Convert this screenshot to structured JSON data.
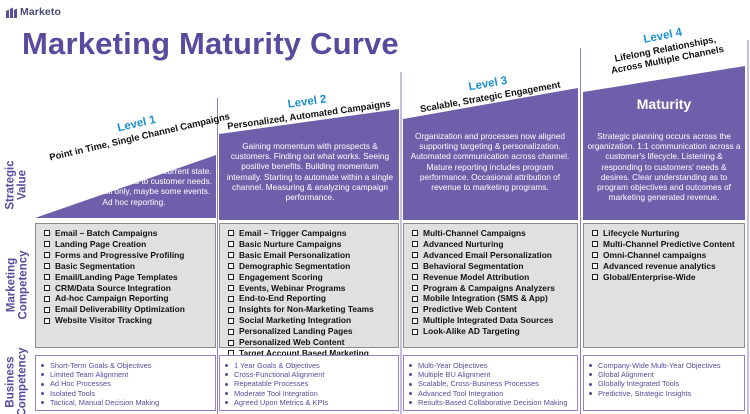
{
  "brand": {
    "logo_text": "Marketo",
    "logo_icon": "marketo-bars-icon"
  },
  "title": "Marketing Maturity Curve",
  "colors": {
    "title_purple": "#5a4a9e",
    "panel_purple": "#6f5fab",
    "level_blue": "#1a8fd0",
    "competency_gray": "#e0e0e0"
  },
  "row_labels": {
    "strategic_value": "Strategic Value",
    "marketing_competency": "Marketing Competency",
    "business_competency": "Business Competency"
  },
  "levels": [
    {
      "level": "Level 1",
      "subtitle": "Point in Time, Single Channel Campaigns",
      "value": "Recognizing inefficiencies of current state. Scrambling to respond to customer needs. Primarily email only, maybe some events. Ad hoc reporting.",
      "competencies": [
        "Email – Batch Campaigns",
        "Landing Page Creation",
        "Forms and Progressive Profiling",
        "Basic Segmentation",
        "Email/Landing Page Templates",
        "CRM/Data Source Integration",
        "Ad-hoc Campaign Reporting",
        "Email Deliverability Optimization",
        "Website Visitor Tracking"
      ],
      "business": [
        "Short-Term Goals & Objectives",
        "Limited Team Alignment",
        "Ad Hoc Processes",
        "Isolated Tools",
        "Tactical, Manual Decision Making"
      ]
    },
    {
      "level": "Level 2",
      "subtitle": "Personalized, Automated Campaigns",
      "value": "Gaining momentum with prospects & customers. Finding out what works. Seeing positive benefits. Building momentum internally. Starting to automate within a single channel. Measuring & analyzing campaign performance.",
      "competencies": [
        "Email – Trigger Campaigns",
        "Basic Nurture Campaigns",
        "Basic Email Personalization",
        "Demographic Segmentation",
        "Engagement Scoring",
        "Events, Webinar Programs",
        "End-to-End Reporting",
        "Insights for Non-Marketing Teams",
        "Social Marketing Integration",
        "Personalized Landing Pages",
        "Personalized Web Content",
        "Target Account Based Marketing"
      ],
      "business": [
        "1 Year Goals & Objectives",
        "Cross-Functional Alignment",
        "Repeatable Processes",
        "Moderate Tool Integration",
        "Agreed Upon Metrics & KPIs"
      ]
    },
    {
      "level": "Level 3",
      "subtitle": "Scalable, Strategic Engagement",
      "value": "Organization and processes now aligned supporting targeting & personalization. Automated communication across channel. Mature reporting includes program performance. Occasional attribution of revenue to marketing programs.",
      "competencies": [
        "Multi-Channel Campaigns",
        "Advanced Nurturing",
        "Advanced Email Personalization",
        "Behavioral Segmentation",
        "Revenue Model Attribution",
        "Program & Campaigns Analyzers",
        "Mobile Integration (SMS & App)",
        "Predictive Web Content",
        "Multiple Integrated Data Sources",
        "Look-Alike AD Targeting"
      ],
      "business": [
        "Multi-Year Objectives",
        "Multiple BU Alignment",
        "Scalable, Cross-Business Processes",
        "Advanced Tool Integration",
        "Results-Based Collaborative Decision Making"
      ]
    },
    {
      "level": "Level 4",
      "subtitle": "Lifelong Relationships, Across Multiple Channels",
      "subtitle_line1": "Lifelong Relationships,",
      "subtitle_line2": "Across Multiple Channels",
      "panel_title": "Maturity",
      "value": "Strategic planning occurs across the organization. 1:1 communication across a customer's lifecycle. Listening & responding to customers' needs & desires. Clear understanding as to program objectives and outcomes of marketing generated revenue.",
      "competencies": [
        "Lifecycle Nurturing",
        "Multi-Channel Predictive Content",
        "Omni-Channel campaigns",
        "Advanced revenue analytics",
        "Global/Enterprise-Wide"
      ],
      "business": [
        "Company-Wide Multi-Year Objectives",
        "Global Alignment",
        "Globally Integrated Tools",
        "Predictive, Strategic Insights"
      ]
    }
  ]
}
